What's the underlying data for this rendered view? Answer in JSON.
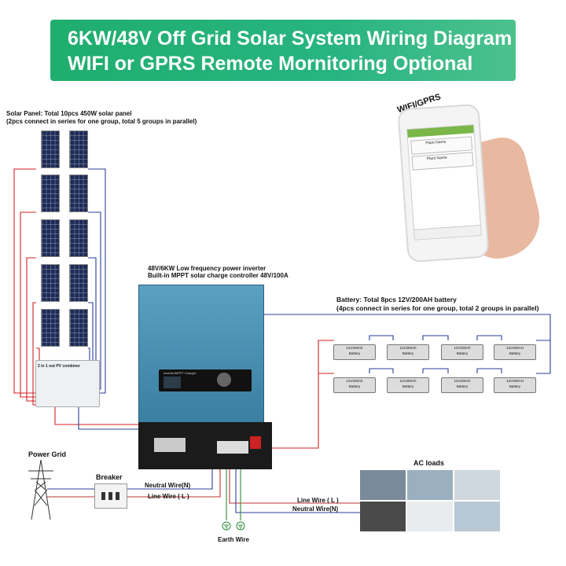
{
  "banner": {
    "line1": "6KW/48V Off Grid Solar System Wiring Diagram",
    "line2": "WIFI or GPRS Remote Mornitoring Optional",
    "color": "#27b480"
  },
  "solar": {
    "title": "Solar Panel: Total 10pcs 450W solar panel",
    "subtitle": "(2pcs connect in series for one group, total 5 groups in parallel)",
    "combiner_label": "2 in 1 out PV combiner"
  },
  "inverter": {
    "title": "48V/6KW Low frequency power inverter",
    "subtitle": "Built-in  MPPT solar charge controller 48V/100A",
    "panel_label": "Inverter/MPPT Charger",
    "color": "#3f86a8"
  },
  "battery": {
    "title": "Battery:  Total 8pcs 12V/200AH battery",
    "subtitle": "(4pcs connect in series for one group, total 2 groups in parallel)",
    "items": [
      {
        "rating": "12V200Ah",
        "name": "Battery"
      },
      {
        "rating": "12V200Ah",
        "name": "Battery"
      },
      {
        "rating": "12V200Ah",
        "name": "Battery"
      },
      {
        "rating": "12V200AH",
        "name": "Battery"
      },
      {
        "rating": "12V200Ah",
        "name": "Battery"
      },
      {
        "rating": "12V200Ah",
        "name": "Battery"
      },
      {
        "rating": "12V200Ah",
        "name": "Battery"
      },
      {
        "rating": "12V200AH",
        "name": "Battery"
      }
    ]
  },
  "phone": {
    "label": "WIFI/GPRS",
    "plants": [
      "Plant Name",
      "Plant Name"
    ]
  },
  "grid": {
    "power_grid": "Power Grid",
    "breaker": "Breaker",
    "neutral_wire": "Neutral Wire(N)",
    "line_wire": "Line Wire ( L )"
  },
  "ac": {
    "loads_title": "AC loads",
    "line_wire": "Line Wire ( L )",
    "neutral_wire": "Neutral Wire(N)"
  },
  "earth": {
    "label": "Earth Wire"
  },
  "colors": {
    "positive": "#d62020",
    "negative": "#2a3f9a",
    "ac": "#c03030"
  }
}
